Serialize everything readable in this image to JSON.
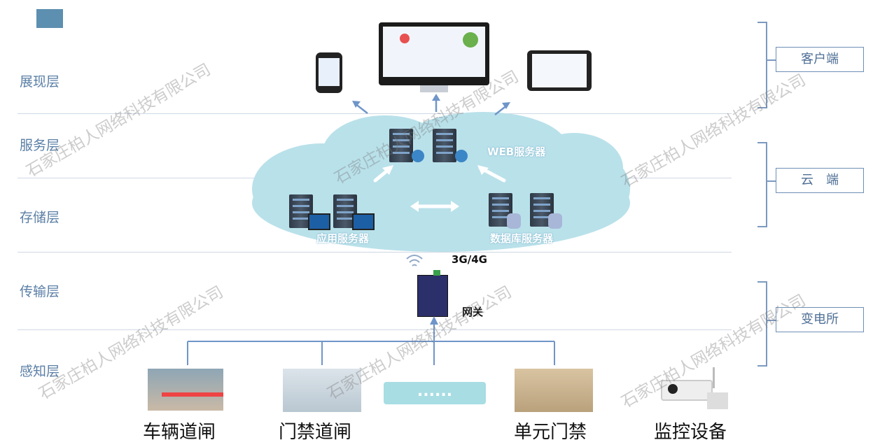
{
  "layers": [
    "展现层",
    "服务层",
    "存储层",
    "传输层",
    "感知层"
  ],
  "right_labels": [
    "客户端",
    "云　端",
    "变电所"
  ],
  "cloud_labels": {
    "web": "WEB服务器",
    "app": "应用服务器",
    "db": "数据库服务器"
  },
  "network": "3G/4G",
  "gateway": "网关",
  "devices": [
    "车辆道闸",
    "门禁道闸",
    "单元门禁",
    "监控设备"
  ],
  "ellipsis": "......",
  "watermark": "石家庄柏人网络科技有限公司",
  "colors": {
    "cloud": "#b9e1ea",
    "layer_text": "#5b7fa6",
    "line": "#6f95c9"
  }
}
